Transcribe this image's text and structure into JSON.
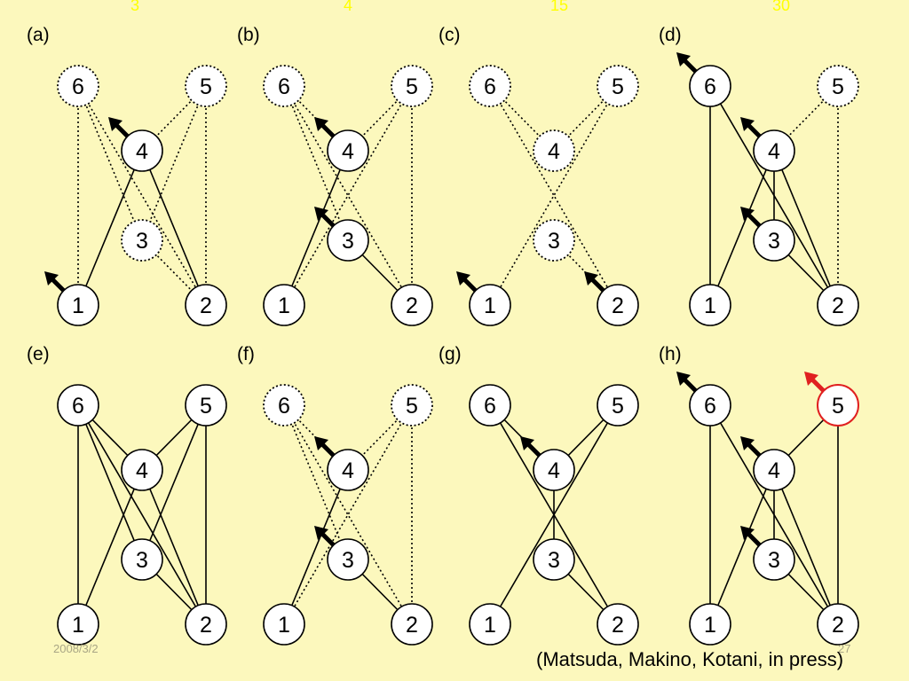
{
  "colors": {
    "background": "#fcf8bd",
    "line": "#000000",
    "node_fill": "#ffffff",
    "highlight": "#e02020",
    "top_label": "#ffff00",
    "footer": "#a9a685"
  },
  "top_labels": [
    "3",
    "4",
    "15",
    "30"
  ],
  "footer": {
    "date": "2008/3/2",
    "page_number": "27",
    "citation": "(Matsuda, Makino, Kotani, in press)"
  },
  "panels": [
    {
      "label": "(a)",
      "nodes": [
        {
          "id": "6",
          "style": "dotted"
        },
        {
          "id": "5",
          "style": "dotted"
        },
        {
          "id": "4",
          "style": "solid"
        },
        {
          "id": "3",
          "style": "dotted"
        },
        {
          "id": "1",
          "style": "solid"
        },
        {
          "id": "2",
          "style": "solid"
        }
      ],
      "edges": [
        {
          "from": "1",
          "to": "6",
          "style": "dotted"
        },
        {
          "from": "6",
          "to": "2",
          "style": "dotted"
        },
        {
          "from": "6",
          "to": "3",
          "style": "dotted"
        },
        {
          "from": "5",
          "to": "4",
          "style": "dotted"
        },
        {
          "from": "5",
          "to": "3",
          "style": "dotted"
        },
        {
          "from": "5",
          "to": "2",
          "style": "dotted"
        },
        {
          "from": "3",
          "to": "2",
          "style": "dotted"
        },
        {
          "from": "4",
          "to": "1",
          "style": "solid"
        },
        {
          "from": "4",
          "to": "2",
          "style": "solid"
        }
      ],
      "arrows": [
        {
          "node": "4",
          "dir": "nw",
          "color": "black"
        },
        {
          "node": "1",
          "dir": "nw",
          "color": "black"
        }
      ]
    },
    {
      "label": "(b)",
      "nodes": [
        {
          "id": "6",
          "style": "dotted"
        },
        {
          "id": "5",
          "style": "dotted"
        },
        {
          "id": "4",
          "style": "solid"
        },
        {
          "id": "3",
          "style": "solid"
        },
        {
          "id": "1",
          "style": "solid"
        },
        {
          "id": "2",
          "style": "solid"
        }
      ],
      "edges": [
        {
          "from": "6",
          "to": "4",
          "style": "dotted"
        },
        {
          "from": "6",
          "to": "3",
          "style": "dotted"
        },
        {
          "from": "6",
          "to": "2",
          "style": "dotted"
        },
        {
          "from": "5",
          "to": "4",
          "style": "dotted"
        },
        {
          "from": "5",
          "to": "1",
          "style": "dotted"
        },
        {
          "from": "5",
          "to": "2",
          "style": "dotted"
        },
        {
          "from": "4",
          "to": "1",
          "style": "solid"
        },
        {
          "from": "3",
          "to": "2",
          "style": "solid"
        }
      ],
      "arrows": [
        {
          "node": "4",
          "dir": "nw",
          "color": "black"
        },
        {
          "node": "3",
          "dir": "nw",
          "color": "black"
        }
      ]
    },
    {
      "label": "(c)",
      "nodes": [
        {
          "id": "6",
          "style": "dotted"
        },
        {
          "id": "5",
          "style": "dotted"
        },
        {
          "id": "4",
          "style": "dotted"
        },
        {
          "id": "3",
          "style": "dotted"
        },
        {
          "id": "1",
          "style": "solid"
        },
        {
          "id": "2",
          "style": "solid"
        }
      ],
      "edges": [
        {
          "from": "6",
          "to": "4",
          "style": "dotted"
        },
        {
          "from": "6",
          "to": "2",
          "style": "dotted"
        },
        {
          "from": "5",
          "to": "4",
          "style": "dotted"
        },
        {
          "from": "5",
          "to": "1",
          "style": "dotted"
        },
        {
          "from": "3",
          "to": "2",
          "style": "dotted"
        }
      ],
      "arrows": [
        {
          "node": "1",
          "dir": "nw",
          "color": "black"
        },
        {
          "node": "2",
          "dir": "nw",
          "color": "black"
        }
      ]
    },
    {
      "label": "(d)",
      "nodes": [
        {
          "id": "6",
          "style": "solid"
        },
        {
          "id": "5",
          "style": "dotted"
        },
        {
          "id": "4",
          "style": "solid"
        },
        {
          "id": "3",
          "style": "solid"
        },
        {
          "id": "1",
          "style": "solid"
        },
        {
          "id": "2",
          "style": "solid"
        }
      ],
      "edges": [
        {
          "from": "6",
          "to": "1",
          "style": "solid"
        },
        {
          "from": "6",
          "to": "2",
          "style": "solid"
        },
        {
          "from": "4",
          "to": "1",
          "style": "solid"
        },
        {
          "from": "4",
          "to": "3",
          "style": "solid"
        },
        {
          "from": "4",
          "to": "2",
          "style": "solid"
        },
        {
          "from": "3",
          "to": "2",
          "style": "solid"
        },
        {
          "from": "5",
          "to": "4",
          "style": "dotted"
        },
        {
          "from": "5",
          "to": "2",
          "style": "dotted"
        }
      ],
      "arrows": [
        {
          "node": "6",
          "dir": "nw",
          "color": "black"
        },
        {
          "node": "4",
          "dir": "nw",
          "color": "black"
        },
        {
          "node": "3",
          "dir": "nw",
          "color": "black"
        }
      ]
    },
    {
      "label": "(e)",
      "nodes": [
        {
          "id": "6",
          "style": "solid"
        },
        {
          "id": "5",
          "style": "solid"
        },
        {
          "id": "4",
          "style": "solid"
        },
        {
          "id": "3",
          "style": "solid"
        },
        {
          "id": "1",
          "style": "solid"
        },
        {
          "id": "2",
          "style": "solid"
        }
      ],
      "edges": [
        {
          "from": "6",
          "to": "1",
          "style": "solid"
        },
        {
          "from": "6",
          "to": "4",
          "style": "solid"
        },
        {
          "from": "6",
          "to": "3",
          "style": "solid"
        },
        {
          "from": "6",
          "to": "2",
          "style": "solid"
        },
        {
          "from": "5",
          "to": "4",
          "style": "solid"
        },
        {
          "from": "5",
          "to": "3",
          "style": "solid"
        },
        {
          "from": "5",
          "to": "2",
          "style": "solid"
        },
        {
          "from": "4",
          "to": "1",
          "style": "solid"
        },
        {
          "from": "4",
          "to": "2",
          "style": "solid"
        },
        {
          "from": "3",
          "to": "2",
          "style": "solid"
        }
      ],
      "arrows": []
    },
    {
      "label": "(f)",
      "nodes": [
        {
          "id": "6",
          "style": "dotted"
        },
        {
          "id": "5",
          "style": "dotted"
        },
        {
          "id": "4",
          "style": "solid"
        },
        {
          "id": "3",
          "style": "solid"
        },
        {
          "id": "1",
          "style": "solid"
        },
        {
          "id": "2",
          "style": "solid"
        }
      ],
      "edges": [
        {
          "from": "6",
          "to": "4",
          "style": "dotted"
        },
        {
          "from": "6",
          "to": "3",
          "style": "dotted"
        },
        {
          "from": "6",
          "to": "2",
          "style": "dotted"
        },
        {
          "from": "5",
          "to": "4",
          "style": "dotted"
        },
        {
          "from": "5",
          "to": "1",
          "style": "dotted"
        },
        {
          "from": "5",
          "to": "2",
          "style": "dotted"
        },
        {
          "from": "4",
          "to": "1",
          "style": "solid"
        },
        {
          "from": "3",
          "to": "2",
          "style": "solid"
        }
      ],
      "arrows": [
        {
          "node": "4",
          "dir": "nw",
          "color": "black"
        },
        {
          "node": "3",
          "dir": "nw",
          "color": "black"
        }
      ]
    },
    {
      "label": "(g)",
      "nodes": [
        {
          "id": "6",
          "style": "solid"
        },
        {
          "id": "5",
          "style": "solid"
        },
        {
          "id": "4",
          "style": "solid"
        },
        {
          "id": "3",
          "style": "solid"
        },
        {
          "id": "1",
          "style": "solid"
        },
        {
          "id": "2",
          "style": "solid"
        }
      ],
      "edges": [
        {
          "from": "6",
          "to": "4",
          "style": "solid"
        },
        {
          "from": "6",
          "to": "2",
          "style": "solid"
        },
        {
          "from": "5",
          "to": "4",
          "style": "solid"
        },
        {
          "from": "5",
          "to": "1",
          "style": "solid"
        },
        {
          "from": "4",
          "to": "3",
          "style": "solid"
        },
        {
          "from": "3",
          "to": "2",
          "style": "solid"
        }
      ],
      "arrows": [
        {
          "node": "4",
          "dir": "nw",
          "color": "black"
        }
      ]
    },
    {
      "label": "(h)",
      "nodes": [
        {
          "id": "6",
          "style": "solid"
        },
        {
          "id": "5",
          "style": "highlight"
        },
        {
          "id": "4",
          "style": "solid"
        },
        {
          "id": "3",
          "style": "solid"
        },
        {
          "id": "1",
          "style": "solid"
        },
        {
          "id": "2",
          "style": "solid"
        }
      ],
      "edges": [
        {
          "from": "6",
          "to": "1",
          "style": "solid"
        },
        {
          "from": "6",
          "to": "2",
          "style": "solid"
        },
        {
          "from": "5",
          "to": "4",
          "style": "solid"
        },
        {
          "from": "5",
          "to": "2",
          "style": "solid"
        },
        {
          "from": "4",
          "to": "1",
          "style": "solid"
        },
        {
          "from": "4",
          "to": "3",
          "style": "solid"
        },
        {
          "from": "4",
          "to": "2",
          "style": "solid"
        },
        {
          "from": "3",
          "to": "2",
          "style": "solid"
        }
      ],
      "arrows": [
        {
          "node": "6",
          "dir": "nw",
          "color": "black"
        },
        {
          "node": "4",
          "dir": "nw",
          "color": "black"
        },
        {
          "node": "3",
          "dir": "nw",
          "color": "black"
        },
        {
          "node": "5",
          "dir": "nw",
          "color": "red"
        }
      ]
    }
  ]
}
